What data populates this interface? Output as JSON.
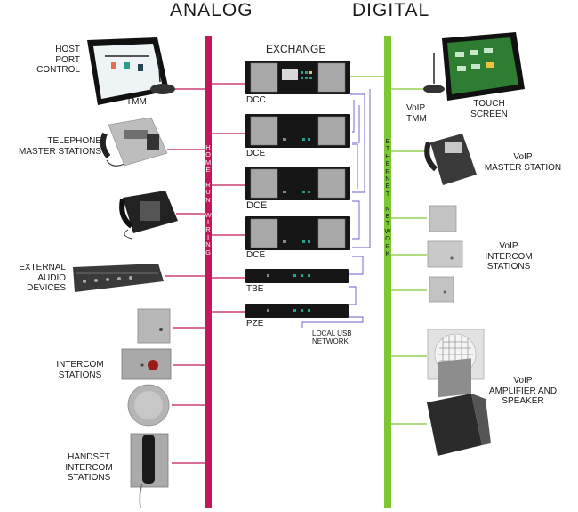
{
  "header": {
    "left": "ANALOG",
    "right": "DIGITAL"
  },
  "center": {
    "title": "EXCHANGE"
  },
  "bus": {
    "analog_label": "HOME RUN WIRING",
    "digital_label": "ETHERNET NETWORK",
    "analog_color": "#c2185b",
    "digital_color": "#7dc832"
  },
  "left_devices": {
    "host": "HOST\nPORT\nCONTROL",
    "tmm": "TMM",
    "telephone": "TELEPHONE\nMASTER STATIONS",
    "audio": "EXTERNAL\nAUDIO\nDEVICES",
    "intercom": "INTERCOM\nSTATIONS",
    "handset": "HANDSET\nINTERCOM\nSTATIONS"
  },
  "exchange_units": [
    "DCC",
    "DCE",
    "DCE",
    "DCE",
    "TBE",
    "PZE"
  ],
  "usb_label": "LOCAL USB\nNETWORK",
  "right_devices": {
    "voip_tmm": "VoIP\nTMM",
    "touch": "TOUCH\nSCREEN",
    "voip_master": "VoIP\nMASTER STATION",
    "voip_intercom": "VoIP\nINTERCOM\nSTATIONS",
    "voip_amp": "VoIP\nAMPLIFIER AND\nSPEAKER"
  }
}
